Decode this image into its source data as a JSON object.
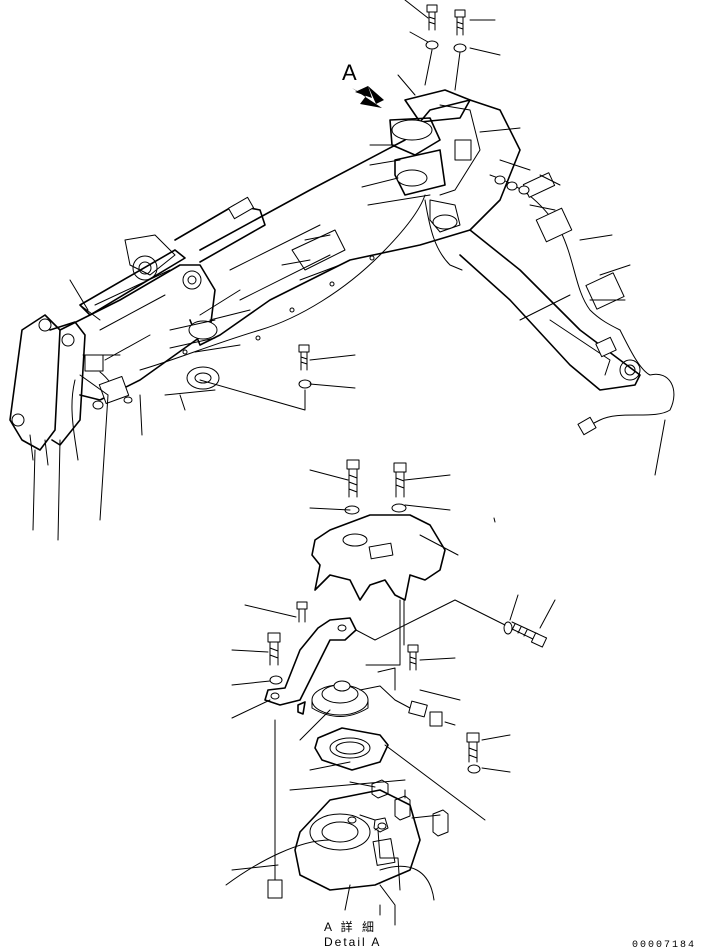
{
  "view_label": "A",
  "detail_caption": {
    "line1": "A 詳 細",
    "line2": "Detail A"
  },
  "drawing_number": "00007184"
}
